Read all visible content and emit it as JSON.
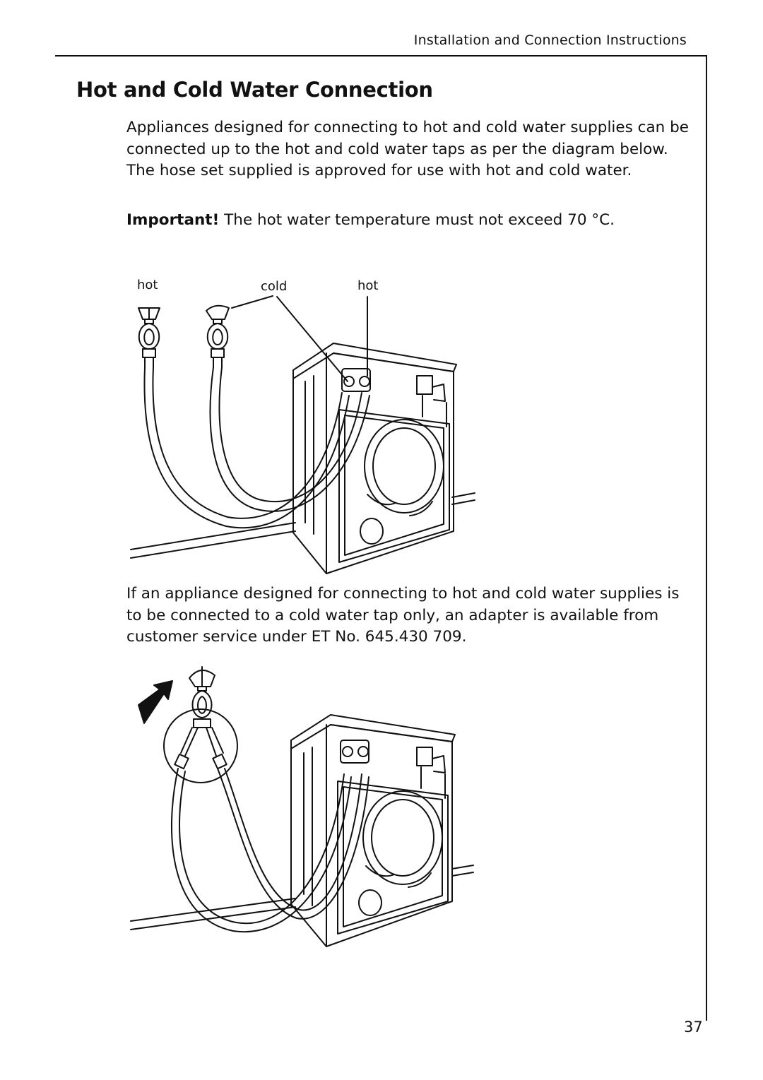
{
  "header": {
    "section_title": "Installation and Connection Instructions"
  },
  "page": {
    "title": "Hot and Cold Water Connection",
    "paragraph1": "Appliances designed for connecting to hot and cold water supplies can be connected up to the hot and cold water taps as per the diagram below. The hose set supplied is approved for use with hot and cold water.",
    "important_label": "Important!",
    "important_text": " The hot water temperature must not exceed 70 °C.",
    "paragraph3": "If an appliance designed for connecting to hot and cold water supplies is to be connected to a cold water tap only, an adapter is available from customer service under ET No. 645.430 709.",
    "page_number": "37"
  },
  "figure1": {
    "label_hot_tap": "hot",
    "label_cold": "cold",
    "label_hot_inlet": "hot"
  }
}
